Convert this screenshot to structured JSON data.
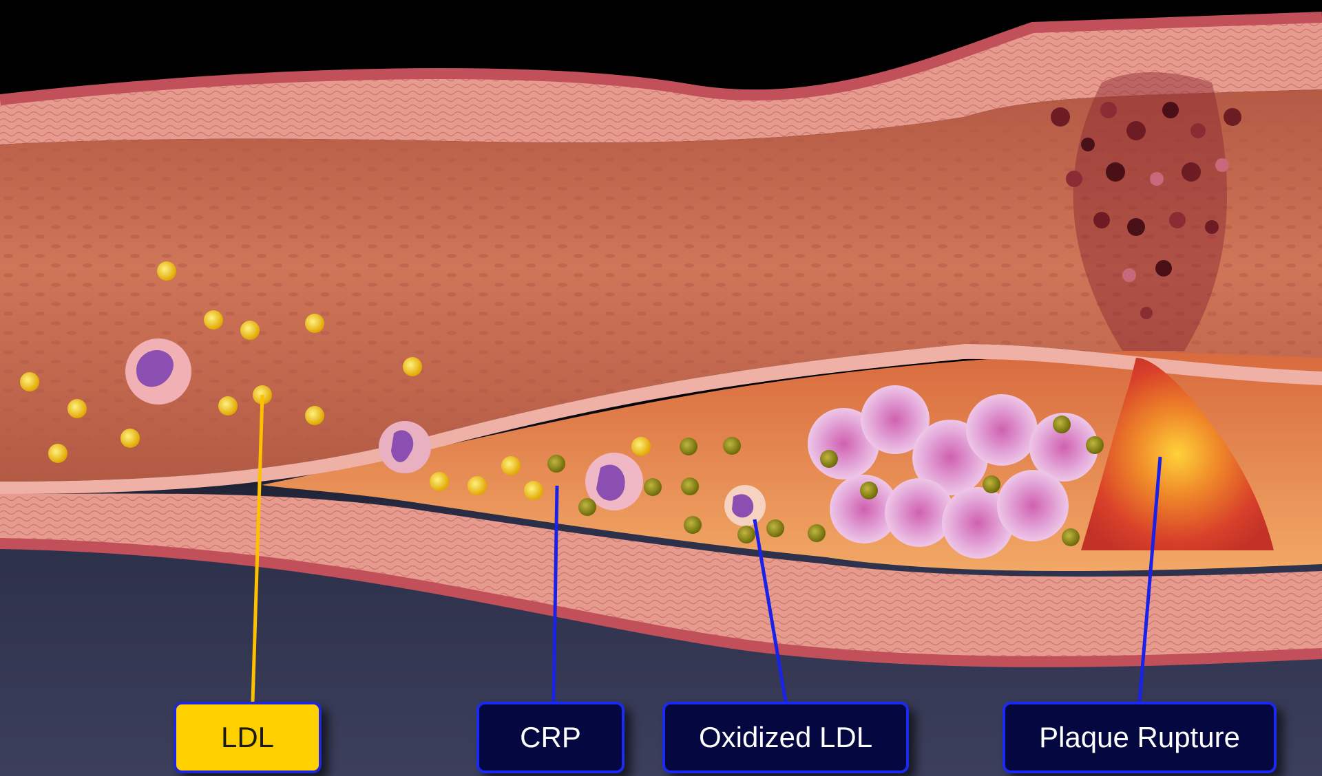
{
  "labels": {
    "ldl": "LDL",
    "crp": "CRP",
    "oxidized_ldl": "Oxidized LDL",
    "plaque_rupture": "Plaque Rupture"
  },
  "colors": {
    "ldl_box_fill": "#ffd000",
    "ldl_box_border": "#1e26d6",
    "ldl_text": "#1a1a1a",
    "marker_box_fill": "#050840",
    "marker_box_border": "#1a2af0",
    "marker_text": "#ffffff",
    "ldl_line": "#ffc000",
    "marker_line": "#1a22e8",
    "ldl_particle": "#f2c200",
    "oxidized_particle": "#8a8a10",
    "particle_cap": "#1f8a2e",
    "vessel_lumen": "#c4684e",
    "vessel_wall": "#e79a8e",
    "plaque": "#e8643a"
  }
}
